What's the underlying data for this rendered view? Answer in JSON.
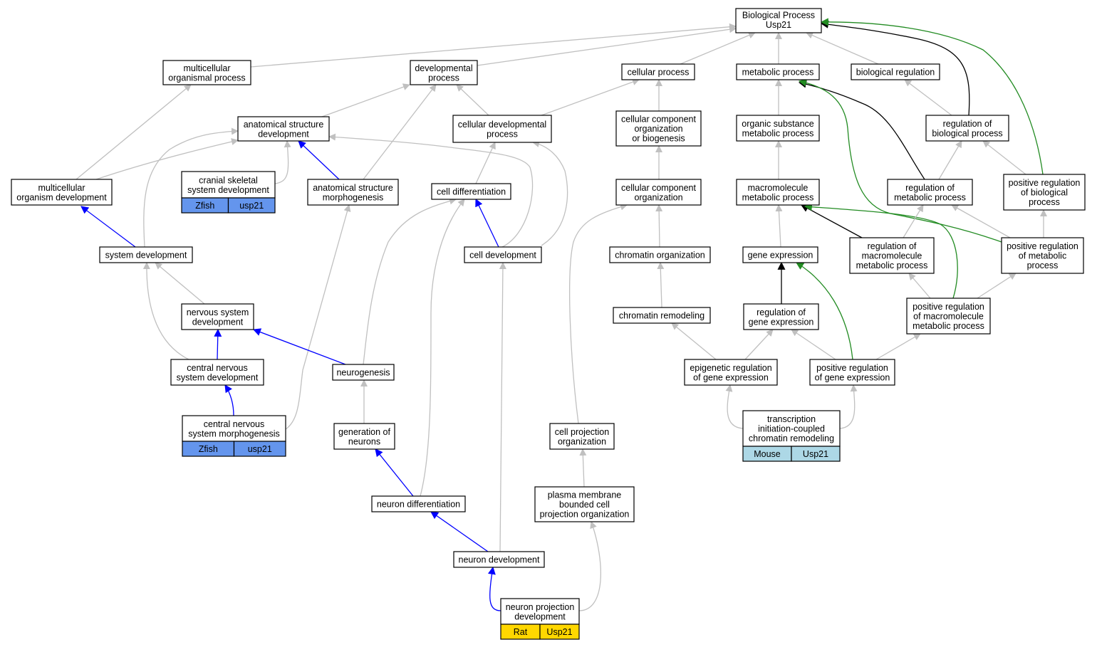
{
  "graph": {
    "root": {
      "line1": "Biological Process",
      "line2": "Usp21"
    },
    "terms": {
      "multicellular_organismal_process": [
        "multicellular",
        "organismal process"
      ],
      "developmental_process": [
        "developmental",
        "process"
      ],
      "cellular_process": [
        "cellular process"
      ],
      "metabolic_process": [
        "metabolic process"
      ],
      "biological_regulation": [
        "biological regulation"
      ],
      "anatomical_structure_development": [
        "anatomical structure",
        "development"
      ],
      "cellular_developmental_process": [
        "cellular developmental",
        "process"
      ],
      "ccob": [
        "cellular component",
        "organization",
        "or biogenesis"
      ],
      "organic_substance_metabolic_process": [
        "organic substance",
        "metabolic process"
      ],
      "regulation_of_biological_process": [
        "regulation of",
        "biological process"
      ],
      "multicellular_organism_development": [
        "multicellular",
        "organism development"
      ],
      "cranial_skeletal_system_development": [
        "cranial skeletal",
        "system development"
      ],
      "anatomical_structure_morphogenesis": [
        "anatomical structure",
        "morphogenesis"
      ],
      "cell_differentiation": [
        "cell differentiation"
      ],
      "cellular_component_organization": [
        "cellular component",
        "organization"
      ],
      "macromolecule_metabolic_process": [
        "macromolecule",
        "metabolic process"
      ],
      "regulation_of_metabolic_process": [
        "regulation of",
        "metabolic process"
      ],
      "positive_regulation_of_biological_process": [
        "positive regulation",
        "of biological",
        "process"
      ],
      "system_development": [
        "system development"
      ],
      "cell_development": [
        "cell development"
      ],
      "chromatin_organization": [
        "chromatin organization"
      ],
      "gene_expression": [
        "gene expression"
      ],
      "regulation_of_macromolecule_metabolic_process": [
        "regulation of",
        "macromolecule",
        "metabolic process"
      ],
      "positive_regulation_of_metabolic_process": [
        "positive regulation",
        "of metabolic",
        "process"
      ],
      "nervous_system_development": [
        "nervous system",
        "development"
      ],
      "chromatin_remodeling": [
        "chromatin remodeling"
      ],
      "regulation_of_gene_expression": [
        "regulation of",
        "gene expression"
      ],
      "positive_regulation_of_macromolecule_metabolic_process": [
        "positive regulation",
        "of macromolecule",
        "metabolic process"
      ],
      "central_nervous_system_development": [
        "central nervous",
        "system development"
      ],
      "neurogenesis": [
        "neurogenesis"
      ],
      "epigenetic_regulation_of_gene_expression": [
        "epigenetic regulation",
        "of gene expression"
      ],
      "positive_regulation_of_gene_expression": [
        "positive regulation",
        "of gene expression"
      ],
      "central_nervous_system_morphogenesis": [
        "central nervous",
        "system morphogenesis"
      ],
      "generation_of_neurons": [
        "generation of",
        "neurons"
      ],
      "cell_projection_organization": [
        "cell projection",
        "organization"
      ],
      "transcription_initiation_coupled_chromatin_remodeling": [
        "transcription",
        "initiation-coupled",
        "chromatin remodeling"
      ],
      "plasma_membrane_bounded_cell_projection_organization": [
        "plasma membrane",
        "bounded cell",
        "projection organization"
      ],
      "neuron_differentiation": [
        "neuron differentiation"
      ],
      "neuron_development": [
        "neuron development"
      ],
      "neuron_projection_development": [
        "neuron projection",
        "development"
      ]
    },
    "annotations": {
      "cranial_skeletal_system_development": {
        "species": "Zfish",
        "gene": "usp21",
        "color": "#6495ED"
      },
      "central_nervous_system_morphogenesis": {
        "species": "Zfish",
        "gene": "usp21",
        "color": "#6495ED"
      },
      "transcription_initiation_coupled_chromatin_remodeling": {
        "species": "Mouse",
        "gene": "Usp21",
        "color": "#ADD8E6"
      },
      "neuron_projection_development": {
        "species": "Rat",
        "gene": "Usp21",
        "color": "#FFD700"
      }
    },
    "edge_colors": {
      "is_a": "#c0c0c0",
      "part_of": "#0000ff",
      "regulates": "#000000",
      "positively_regulates": "#228b22"
    }
  }
}
